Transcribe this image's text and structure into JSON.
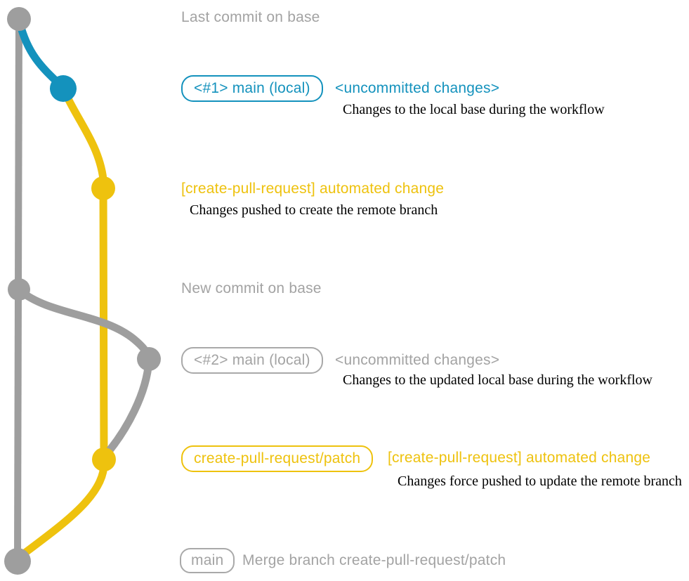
{
  "colors": {
    "gray": "#9e9e9e",
    "gray_text": "#a3a3a3",
    "blue": "#1492bd",
    "yellow": "#eec20e",
    "desc_text": "#000000"
  },
  "graph": {
    "nodes": [
      {
        "name": "last-commit-on-base",
        "color": "gray"
      },
      {
        "name": "local-main-1",
        "color": "blue"
      },
      {
        "name": "automated-change-1",
        "color": "yellow"
      },
      {
        "name": "new-commit-on-base",
        "color": "gray"
      },
      {
        "name": "local-main-2",
        "color": "gray"
      },
      {
        "name": "automated-change-2",
        "color": "yellow"
      },
      {
        "name": "merge-commit",
        "color": "gray"
      }
    ]
  },
  "rows": {
    "r1": {
      "title": "Last commit on base"
    },
    "r2": {
      "badge": "<#1> main (local)",
      "note": "<uncommitted changes>",
      "desc": "Changes to the local base during the workflow"
    },
    "r3": {
      "note": "[create-pull-request] automated change",
      "desc": "Changes pushed to create the remote branch"
    },
    "r4": {
      "title": "New commit on base"
    },
    "r5": {
      "badge": "<#2> main (local)",
      "note": "<uncommitted changes>",
      "desc": "Changes to the updated local base during the workflow"
    },
    "r6": {
      "badge": "create-pull-request/patch",
      "note": "[create-pull-request] automated change",
      "desc": "Changes force pushed to update the remote branch"
    },
    "r7": {
      "badge": "main",
      "note": "Merge branch create-pull-request/patch"
    }
  }
}
